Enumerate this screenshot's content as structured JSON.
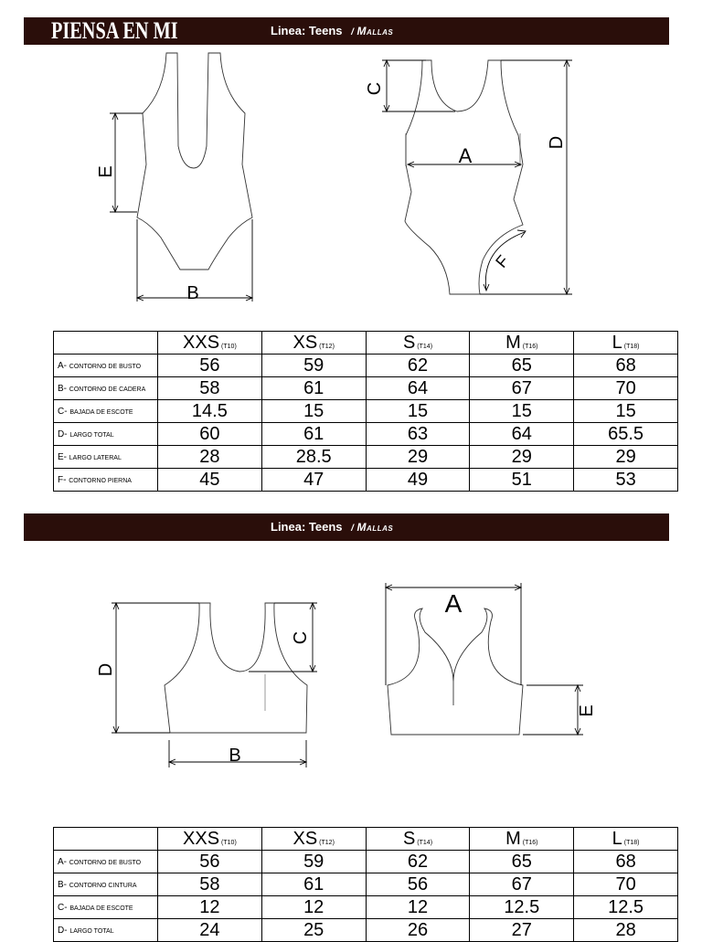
{
  "header": {
    "brand": "PIENSA EN MI",
    "line_text": "Linea: Teens",
    "separator": "/",
    "category": "Mallas"
  },
  "section2_header": {
    "line_text": "Linea: Teens",
    "separator": "/",
    "category": "Mallas"
  },
  "diagram1": {
    "labels": {
      "a": "A",
      "b": "B",
      "c": "C",
      "d": "D",
      "e": "E",
      "f": "F"
    }
  },
  "diagram2": {
    "labels": {
      "a": "A",
      "b": "B",
      "c": "C",
      "d": "D",
      "e": "E"
    }
  },
  "table1": {
    "sizes": [
      {
        "name": "XXS",
        "code": "(T10)"
      },
      {
        "name": "XS",
        "code": "(T12)"
      },
      {
        "name": "S",
        "code": "(T14)"
      },
      {
        "name": "M",
        "code": "(T16)"
      },
      {
        "name": "L",
        "code": "(T18)"
      }
    ],
    "rows": [
      {
        "letter": "A-",
        "label": "contorno de busto",
        "values": [
          "56",
          "59",
          "62",
          "65",
          "68"
        ]
      },
      {
        "letter": "B-",
        "label": "contorno de cadera",
        "values": [
          "58",
          "61",
          "64",
          "67",
          "70"
        ]
      },
      {
        "letter": "C-",
        "label": "bajada de escote",
        "values": [
          "14.5",
          "15",
          "15",
          "15",
          "15"
        ]
      },
      {
        "letter": "D-",
        "label": "largo total",
        "values": [
          "60",
          "61",
          "63",
          "64",
          "65.5"
        ]
      },
      {
        "letter": "E-",
        "label": "largo lateral",
        "values": [
          "28",
          "28.5",
          "29",
          "29",
          "29"
        ]
      },
      {
        "letter": "F-",
        "label": "contorno pierna",
        "values": [
          "45",
          "47",
          "49",
          "51",
          "53"
        ]
      }
    ]
  },
  "table2": {
    "sizes": [
      {
        "name": "XXS",
        "code": "(T10)"
      },
      {
        "name": "XS",
        "code": "(T12)"
      },
      {
        "name": "S",
        "code": "(T14)"
      },
      {
        "name": "M",
        "code": "(T16)"
      },
      {
        "name": "L",
        "code": "(T18)"
      }
    ],
    "rows": [
      {
        "letter": "A-",
        "label": "contorno de busto",
        "values": [
          "56",
          "59",
          "62",
          "65",
          "68"
        ]
      },
      {
        "letter": "B-",
        "label": "contorno cintura",
        "values": [
          "58",
          "61",
          "56",
          "67",
          "70"
        ]
      },
      {
        "letter": "C-",
        "label": "bajada de escote",
        "values": [
          "12",
          "12",
          "12",
          "12.5",
          "12.5"
        ]
      },
      {
        "letter": "D-",
        "label": "largo total",
        "values": [
          "24",
          "25",
          "26",
          "27",
          "28"
        ]
      }
    ]
  }
}
